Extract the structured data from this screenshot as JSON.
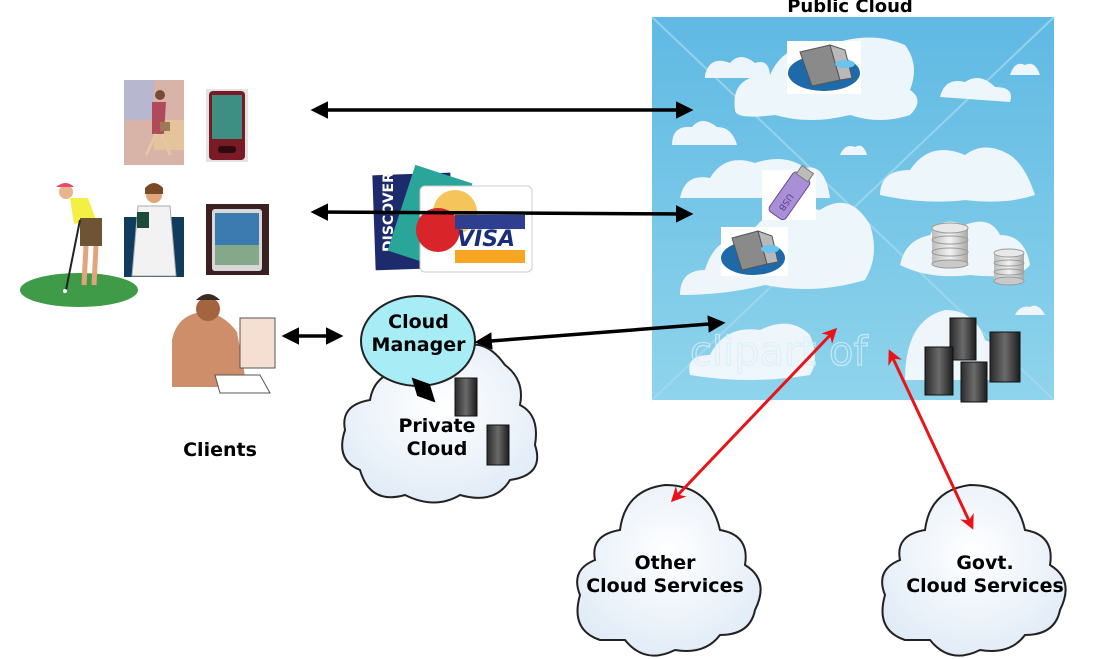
{
  "diagram": {
    "public_cloud": {
      "title": "Public Cloud",
      "background_color": "#6ec4e8",
      "watermark": "clipart of",
      "assets": [
        "cd-drive-computer",
        "usb-drive",
        "cd-drive-computer",
        "database",
        "database",
        "server-cluster"
      ]
    },
    "clients": {
      "label": "Clients",
      "members": [
        "business-woman",
        "smartphone",
        "golfer",
        "doctor",
        "tablet",
        "office-worker-at-computer"
      ]
    },
    "payment": {
      "cards": [
        "DISCOVER",
        "AMERICAN EXPRESS",
        "MasterCard",
        "VISA"
      ],
      "visa_label": "VISA",
      "discover_label": "DISCOVER"
    },
    "cloud_manager": {
      "line1": "Cloud",
      "line2": "Manager",
      "fill_color": "#a8ecf5"
    },
    "private_cloud": {
      "line1": "Private",
      "line2": "Cloud"
    },
    "other_cloud": {
      "line1": "Other",
      "line2": "Cloud Services"
    },
    "govt_cloud": {
      "line1": "Govt.",
      "line2": "Cloud Services"
    },
    "connections": [
      {
        "from": "clients-row-1",
        "to": "public-cloud",
        "type": "bidirectional",
        "color": "#000000"
      },
      {
        "from": "clients-row-2",
        "to": "public-cloud",
        "type": "bidirectional",
        "color": "#000000"
      },
      {
        "from": "office-worker",
        "to": "cloud-manager",
        "type": "bidirectional",
        "color": "#000000"
      },
      {
        "from": "cloud-manager",
        "to": "public-cloud",
        "type": "bidirectional",
        "color": "#000000"
      },
      {
        "from": "cloud-manager",
        "to": "private-cloud",
        "type": "bidirectional",
        "color": "#000000"
      },
      {
        "from": "public-cloud",
        "to": "other-cloud-services",
        "type": "bidirectional",
        "color": "#e8141a"
      },
      {
        "from": "public-cloud",
        "to": "govt-cloud-services",
        "type": "bidirectional",
        "color": "#e8141a"
      }
    ]
  }
}
